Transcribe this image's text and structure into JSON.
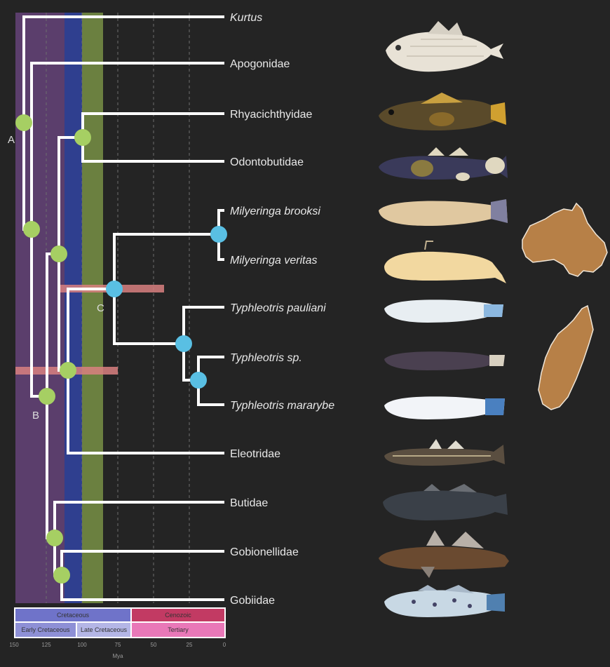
{
  "taxa": [
    {
      "label": "Kurtus",
      "italic": true
    },
    {
      "label": "Apogonidae",
      "italic": false
    },
    {
      "label": "Rhyacichthyidae",
      "italic": false
    },
    {
      "label": "Odontobutidae",
      "italic": false
    },
    {
      "label": "Milyeringa brooksi",
      "italic": true
    },
    {
      "label": "Milyeringa veritas",
      "italic": true
    },
    {
      "label": "Typhleotris pauliani",
      "italic": true
    },
    {
      "label": "Typhleotris sp.",
      "italic": true
    },
    {
      "label": "Typhleotris mararybe",
      "italic": true
    },
    {
      "label": "Eleotridae",
      "italic": false
    },
    {
      "label": "Butidae",
      "italic": false
    },
    {
      "label": "Gobionellidae",
      "italic": false
    },
    {
      "label": "Gobiidae",
      "italic": false
    }
  ],
  "node_labels": {
    "a": "A",
    "b": "B",
    "c": "C"
  },
  "timescale": {
    "periods": [
      {
        "label": "Cretaceous",
        "color": "#6f73c9"
      },
      {
        "label": "Cenozoic",
        "color": "#c23a63"
      }
    ],
    "epochs": [
      {
        "label": "Early Cretaceous",
        "color": "#8e90d6"
      },
      {
        "label": "Late Cretaceous",
        "color": "#b4b6e6"
      },
      {
        "label": "Tertiary",
        "color": "#e978b8"
      }
    ],
    "ticks": [
      "150",
      "125",
      "100",
      "75",
      "50",
      "25",
      "0"
    ],
    "axis_label": "Mya"
  },
  "colors": {
    "background": "#242424",
    "branch": "#ffffff",
    "node_outgroup": "#a6cf63",
    "node_cave": "#59bfe3",
    "band_purple": "#5b3e6c",
    "band_blue": "#2f3f8f",
    "band_green": "#6b8040",
    "ci_bar": "#d98080",
    "landmass": "#b78047"
  },
  "regions": [
    "australia-silhouette",
    "madagascar-silhouette"
  ]
}
